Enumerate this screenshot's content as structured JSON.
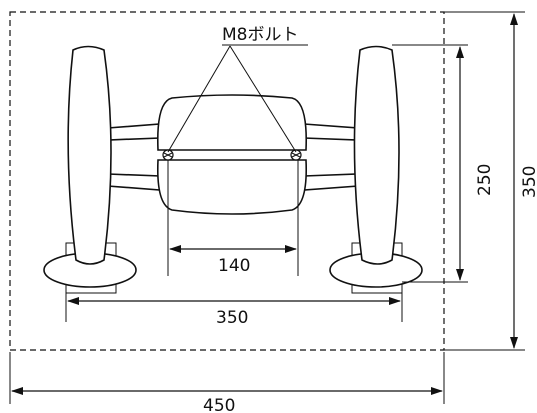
{
  "annotations": {
    "bolt_label": "M8ボルト",
    "dim_bolt_spacing": "140",
    "dim_feet_width": "350",
    "dim_overall_width": "450",
    "dim_depth_inner": "250",
    "dim_depth_outer": "350"
  }
}
